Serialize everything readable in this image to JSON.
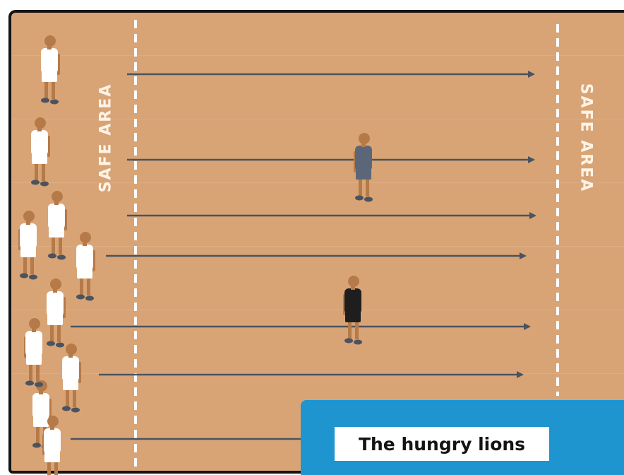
{
  "title": "The hungry lions",
  "zones": {
    "left_label": "SAFE AREA",
    "right_label": "SAFE AREA"
  },
  "colors": {
    "field": "#d8a476",
    "border": "#141414",
    "line": "#ffffff",
    "arrow": "#4a5360",
    "runner_shirt": "#ffffff",
    "lion_grey": "#5b6778",
    "lion_black": "#1e1e1e",
    "skin": "#b57a48",
    "panel": "#1e95cf"
  },
  "players": {
    "runners": 10,
    "lions": [
      {
        "role": "lion",
        "shirt": "grey"
      },
      {
        "role": "lion",
        "shirt": "black"
      }
    ]
  },
  "runs": 7
}
